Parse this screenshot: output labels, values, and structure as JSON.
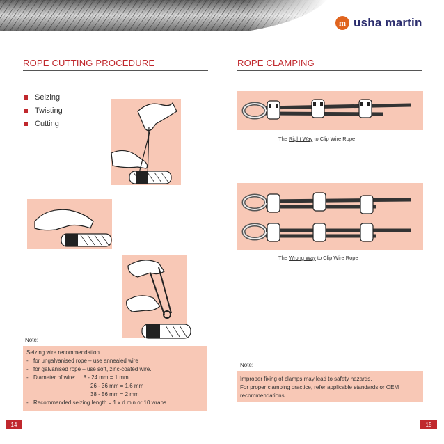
{
  "header": {
    "logo_text": "usha martin",
    "logo_mark": "m"
  },
  "left": {
    "title": "ROPE CUTTING PROCEDURE",
    "bullets": [
      "Seizing",
      "Twisting",
      "Cutting"
    ],
    "note_label": "Note:",
    "note": {
      "heading": "Seizing wire recommendation",
      "lines": [
        {
          "dash": "-",
          "text": "for ungalvanised rope – use annealed wire"
        },
        {
          "dash": "-",
          "text": "for galvanised rope – use soft, zinc-coated wire."
        },
        {
          "dash": "-",
          "text": "Diameter of wire:     8 - 24 mm = 1 mm"
        }
      ],
      "extra": [
        "26 - 36 mm = 1.6 mm",
        "38 - 56 mm = 2 mm"
      ],
      "last": {
        "dash": "-",
        "text": "Recommended seizing length = 1 x d min or 10 wraps"
      }
    },
    "page_number": "14"
  },
  "right": {
    "title": "ROPE CLAMPING",
    "caption_right": {
      "pre": "The ",
      "em": "Right Way",
      "post": " to Clip Wire Rope"
    },
    "caption_wrong": {
      "pre": "The ",
      "em": "Wrong Way",
      "post": " to Clip Wire Rope"
    },
    "note_label": "Note:",
    "note_lines": [
      "Improper fixing of clamps may lead to safety hazards.",
      "For proper clamping practice, refer applicable standards or OEM recommendations."
    ],
    "page_number": "15"
  },
  "colors": {
    "accent": "#c0282d",
    "panel": "#f8c8b6",
    "logo_orange": "#e0641e",
    "logo_navy": "#2b2d6e"
  },
  "icons": [
    "wire-rope-banner",
    "seizing-hands-illustration",
    "twisting-hands-illustration",
    "cutting-pliers-illustration",
    "wire-rope-clamp-illustration"
  ]
}
